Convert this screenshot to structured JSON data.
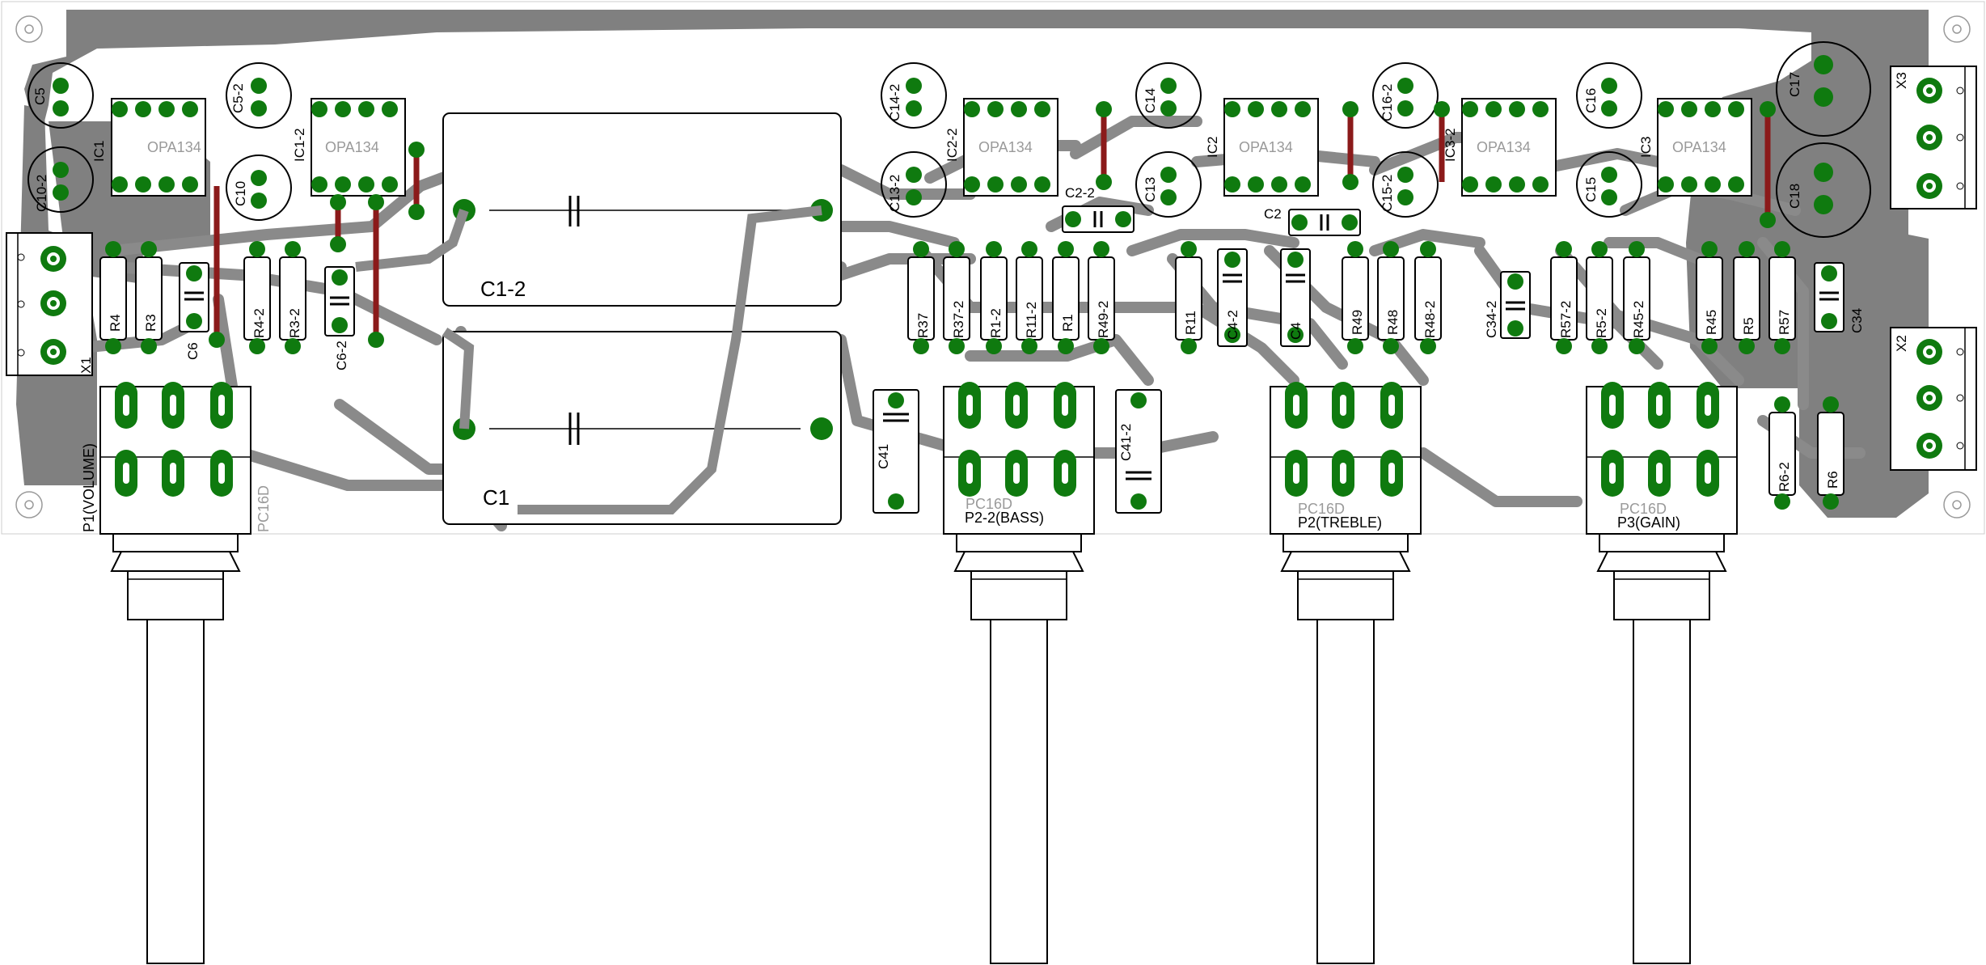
{
  "colors": {
    "copper": "#808080",
    "pad": "#0f7a0f",
    "jumper": "#8b1a1a",
    "outline": "#000000",
    "silk_gray": "#9a9a9a",
    "background": "#ffffff"
  },
  "ics": [
    {
      "ref": "IC1",
      "part": "OPA134"
    },
    {
      "ref": "IC1-2",
      "part": "OPA134"
    },
    {
      "ref": "IC2-2",
      "part": "OPA134"
    },
    {
      "ref": "IC2",
      "part": "OPA134"
    },
    {
      "ref": "IC3-2",
      "part": "OPA134"
    },
    {
      "ref": "IC3",
      "part": "OPA134"
    }
  ],
  "electrolytics": [
    "C5",
    "C5-2",
    "C10-2",
    "C10",
    "C14-2",
    "C13-2",
    "C14",
    "C13",
    "C16-2",
    "C15-2",
    "C16",
    "C15",
    "C17",
    "C18"
  ],
  "film_caps": [
    "C1-2",
    "C1"
  ],
  "small_caps": [
    "C6",
    "C6-2",
    "C2-2",
    "C2",
    "C4-2",
    "C4",
    "C41",
    "C41-2",
    "C34-2",
    "C34"
  ],
  "resistors": [
    "R4",
    "R3",
    "R4-2",
    "R3-2",
    "R37",
    "R37-2",
    "R1-2",
    "R11-2",
    "R1",
    "R49-2",
    "R11",
    "R49",
    "R48",
    "R48-2",
    "R57-2",
    "R5-2",
    "R45-2",
    "R45",
    "R5",
    "R57",
    "R6-2",
    "R6"
  ],
  "connectors": [
    "X1",
    "X2",
    "X3"
  ],
  "pots": [
    {
      "ref": "P1(VOLUME)",
      "footprint": "PC16D"
    },
    {
      "ref": "P2-2(BASS)",
      "footprint": "PC16D"
    },
    {
      "ref": "P2(TREBLE)",
      "footprint": "PC16D"
    },
    {
      "ref": "P3(GAIN)",
      "footprint": "PC16D"
    }
  ]
}
